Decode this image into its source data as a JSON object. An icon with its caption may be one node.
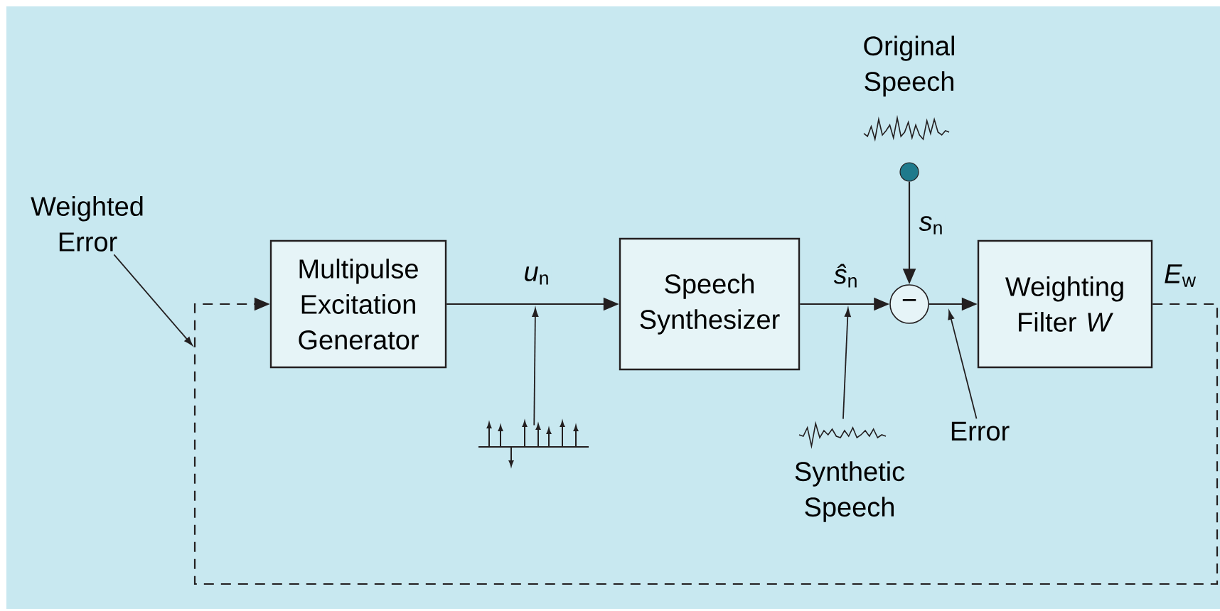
{
  "diagram": {
    "nodes": [
      {
        "text": [
          "Weighted Error"
        ]
      },
      {
        "text": [
          "Multipulse Excitation Generator"
        ]
      },
      {
        "text": [
          "Speech Synthesizer"
        ]
      },
      {
        "text": [],
        "shape": "circle",
        "beside": [
          "Original Speech"
        ]
      },
      {
        "text": [
          "−"
        ]
      },
      {
        "text": [
          "Weighting Filter *W*"
        ]
      },
      {
        "text": [],
        "shape": "picture"
      },
      {
        "text": [],
        "shape": "picture",
        "beside": [
          "Synthetic Speech"
        ]
      },
      {
        "text": [
          "Error"
        ]
      }
    ],
    "edges": [
      {
        "from": 1,
        "to": 2,
        "arrow": "to",
        "label": "*u*$_{n}$"
      },
      {
        "from": 2,
        "to": 4,
        "arrow": "to",
        "label": "*ŝ*$_{n}$"
      },
      {
        "from": 4,
        "to": 5,
        "arrow": "to"
      },
      {
        "from": 3,
        "to": 4,
        "arrow": "to",
        "label": "*s*$_{n}$"
      },
      {
        "from": 5,
        "to": 1,
        "arrow": "to",
        "style": "dashed",
        "label": "*E*$_{w}$"
      },
      {
        "from": 6,
        "to": null,
        "arrow": "to"
      },
      {
        "from": 7,
        "to": null,
        "arrow": "to"
      },
      {
        "from": 8,
        "to": null,
        "arrow": "to"
      },
      {
        "from": 0,
        "to": null,
        "arrow": "to"
      }
    ]
  }
}
